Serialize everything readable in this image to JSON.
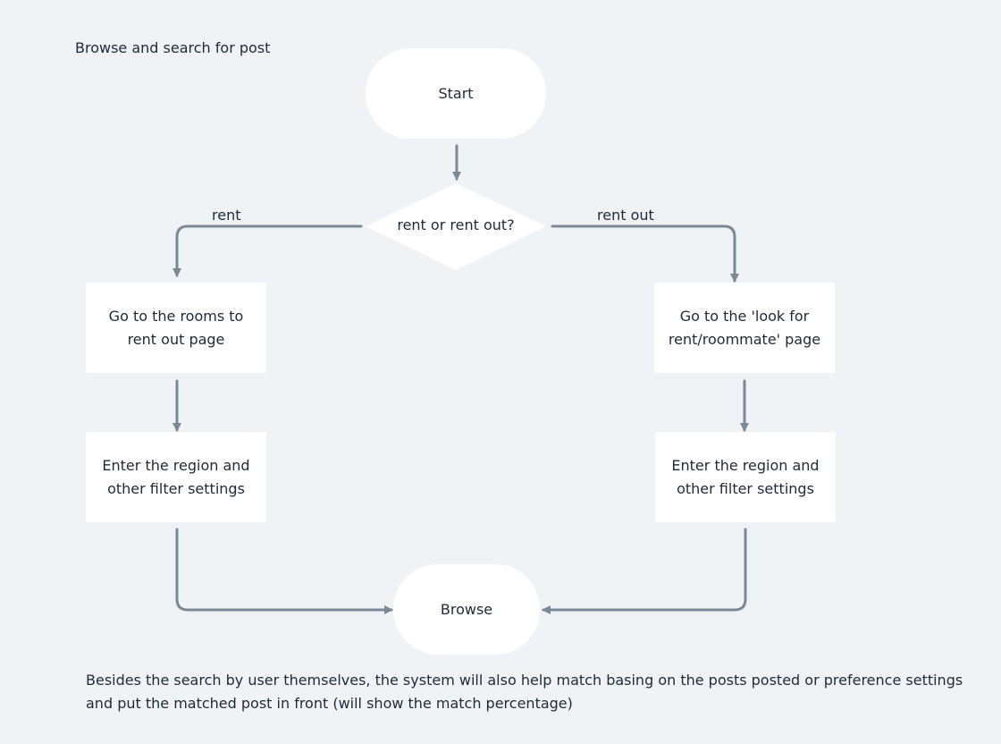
{
  "diagram": {
    "title": "Browse and search for post",
    "start": {
      "label": "Start"
    },
    "decision": {
      "label": "rent or rent out?"
    },
    "branch_left": {
      "edge_label": "rent",
      "step1": [
        "Go to the rooms to",
        "rent out page"
      ],
      "step2": [
        "Enter the region and",
        "other filter settings"
      ]
    },
    "branch_right": {
      "edge_label": "rent out",
      "step1": [
        "Go to the 'look for",
        "rent/roommate' page"
      ],
      "step2": [
        "Enter the region and",
        "other filter settings"
      ]
    },
    "end": {
      "label": "Browse"
    },
    "note": "Besides the search by user themselves, the system will also help match basing on the posts posted or preference settings and put the matched post in front (will show the match percentage)"
  },
  "colors": {
    "background": "#f0f3f6",
    "node_fill": "#ffffff",
    "connector": "#7b8895",
    "text": "#1f2a36"
  }
}
